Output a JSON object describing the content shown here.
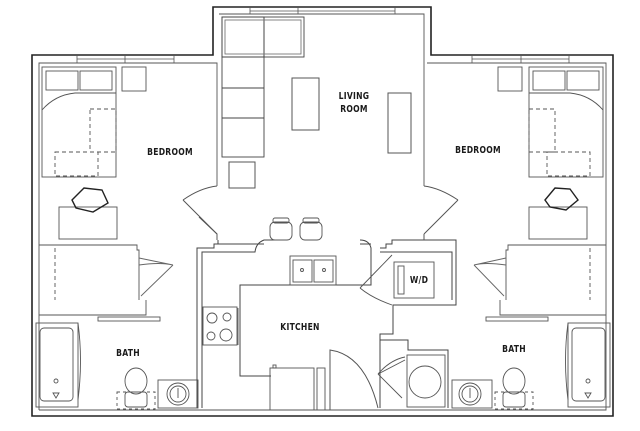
{
  "floorplan": {
    "rooms": [
      {
        "id": "bedroom-left",
        "label": "BEDROOM"
      },
      {
        "id": "living-room",
        "label_line1": "LIVING",
        "label_line2": "ROOM"
      },
      {
        "id": "bedroom-right",
        "label": "BEDROOM"
      },
      {
        "id": "kitchen",
        "label": "KITCHEN"
      },
      {
        "id": "laundry",
        "label": "W/D"
      },
      {
        "id": "bath-left",
        "label": "BATH"
      },
      {
        "id": "bath-right",
        "label": "BATH"
      }
    ],
    "colors": {
      "wall": "#222222",
      "fixture": "#555555",
      "background": "#ffffff"
    }
  }
}
